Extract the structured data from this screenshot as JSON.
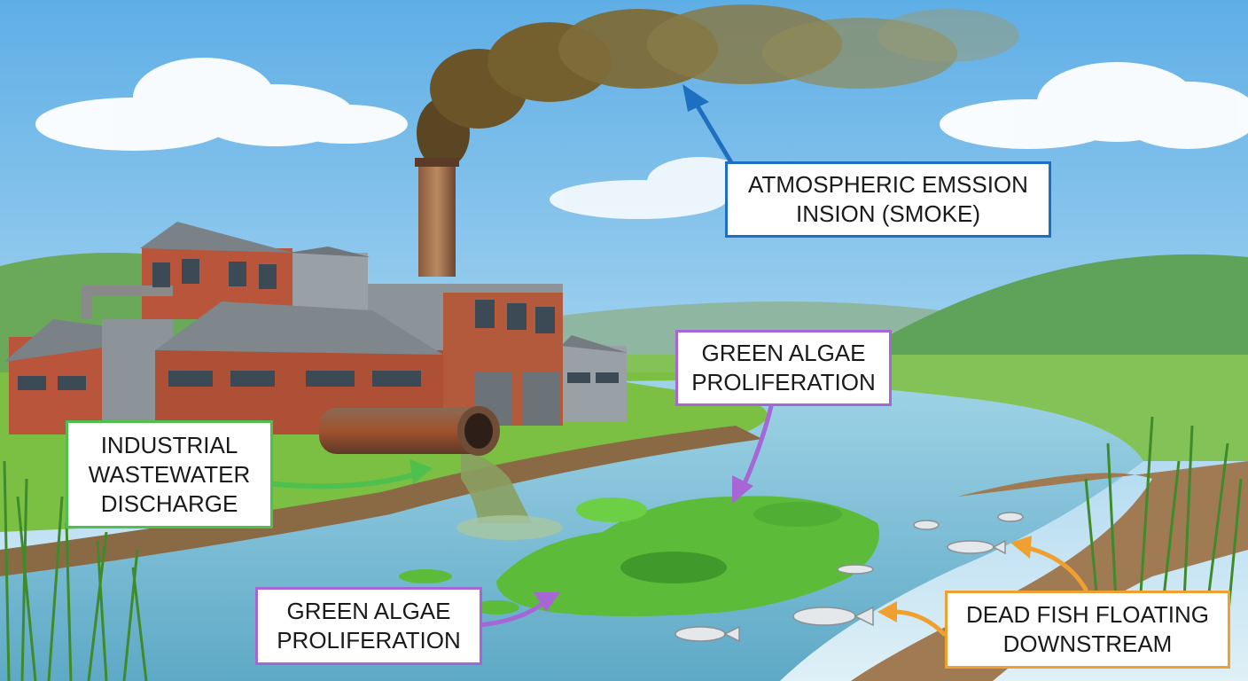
{
  "colors": {
    "sky_top": "#6fb6e8",
    "sky_bottom": "#d7edf7",
    "smoke": "#7a6a3a",
    "brick": "#b8553a",
    "metal": "#8c949a",
    "river": "#7cc0d8",
    "algae": "#5fbf3a",
    "grass": "#7bc043",
    "emission_accent": "#1f6fc0",
    "algae_accent": "#a766d6",
    "wastewater_accent": "#4fbf4f",
    "fish_accent": "#f0a030"
  },
  "labels": {
    "emission": {
      "line1": "ATMOSPHERIC EMSSION",
      "line2": "INSION (SMOKE)"
    },
    "algae_top": {
      "line1": "GREEN ALGAE",
      "line2": "PROLIFERATION"
    },
    "wastewater": {
      "line1": "INDUSTRIAL",
      "line2": "WASTEWATER",
      "line3": "DISCHARGE"
    },
    "algae_bottom": {
      "line1": "GREEN ALGAE",
      "line2": "PROLIFERATION"
    },
    "dead_fish": {
      "line1": "DEAD FISH FLOATING",
      "line2": "DOWNSTREAM"
    }
  }
}
